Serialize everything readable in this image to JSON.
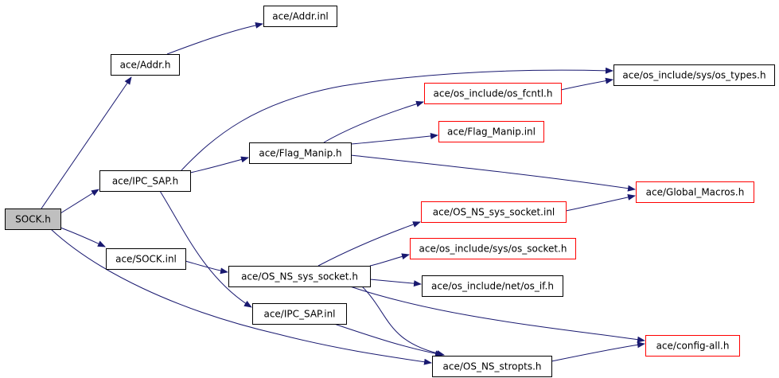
{
  "colors": {
    "edge": "#191970",
    "node_border_default": "#000000",
    "node_border_incomplete": "#ff0000",
    "root_fill": "#bfbfbf",
    "node_fill": "#ffffff"
  },
  "nodes": [
    {
      "id": "sock_h",
      "label": "SOCK.h",
      "root": true,
      "incomplete": false
    },
    {
      "id": "addr_h",
      "label": "ace/Addr.h",
      "incomplete": false
    },
    {
      "id": "addr_inl",
      "label": "ace/Addr.inl",
      "incomplete": false
    },
    {
      "id": "ipc_sap_h",
      "label": "ace/IPC_SAP.h",
      "incomplete": false
    },
    {
      "id": "flag_manip_h",
      "label": "ace/Flag_Manip.h",
      "incomplete": false
    },
    {
      "id": "os_types_h",
      "label": "ace/os_include/sys/os_types.h",
      "incomplete": false
    },
    {
      "id": "os_fcntl_h",
      "label": "ace/os_include/os_fcntl.h",
      "incomplete": true
    },
    {
      "id": "flag_manip_inl",
      "label": "ace/Flag_Manip.inl",
      "incomplete": true
    },
    {
      "id": "global_macros_h",
      "label": "ace/Global_Macros.h",
      "incomplete": true
    },
    {
      "id": "os_ns_sys_socket_inl",
      "label": "ace/OS_NS_sys_socket.inl",
      "incomplete": true
    },
    {
      "id": "os_socket_h",
      "label": "ace/os_include/sys/os_socket.h",
      "incomplete": true
    },
    {
      "id": "sock_inl",
      "label": "ace/SOCK.inl",
      "incomplete": false
    },
    {
      "id": "os_ns_sys_socket_h",
      "label": "ace/OS_NS_sys_socket.h",
      "incomplete": false
    },
    {
      "id": "os_if_h",
      "label": "ace/os_include/net/os_if.h",
      "incomplete": false
    },
    {
      "id": "ipc_sap_inl",
      "label": "ace/IPC_SAP.inl",
      "incomplete": false
    },
    {
      "id": "config_all_h",
      "label": "ace/config-all.h",
      "incomplete": true
    },
    {
      "id": "os_ns_stropts_h",
      "label": "ace/OS_NS_stropts.h",
      "incomplete": false
    }
  ],
  "edges": [
    {
      "from": "sock_h",
      "to": "addr_h"
    },
    {
      "from": "addr_h",
      "to": "addr_inl"
    },
    {
      "from": "sock_h",
      "to": "ipc_sap_h"
    },
    {
      "from": "ipc_sap_h",
      "to": "os_types_h"
    },
    {
      "from": "ipc_sap_h",
      "to": "flag_manip_h"
    },
    {
      "from": "ipc_sap_h",
      "to": "ipc_sap_inl"
    },
    {
      "from": "flag_manip_h",
      "to": "os_fcntl_h"
    },
    {
      "from": "flag_manip_h",
      "to": "flag_manip_inl"
    },
    {
      "from": "flag_manip_h",
      "to": "global_macros_h"
    },
    {
      "from": "os_fcntl_h",
      "to": "os_types_h"
    },
    {
      "from": "sock_h",
      "to": "sock_inl"
    },
    {
      "from": "sock_h",
      "to": "os_ns_stropts_h"
    },
    {
      "from": "sock_inl",
      "to": "os_ns_sys_socket_h"
    },
    {
      "from": "os_ns_sys_socket_h",
      "to": "os_ns_sys_socket_inl"
    },
    {
      "from": "os_ns_sys_socket_h",
      "to": "os_socket_h"
    },
    {
      "from": "os_ns_sys_socket_h",
      "to": "os_if_h"
    },
    {
      "from": "os_ns_sys_socket_h",
      "to": "config_all_h"
    },
    {
      "from": "os_ns_sys_socket_h",
      "to": "os_ns_stropts_h"
    },
    {
      "from": "os_ns_sys_socket_inl",
      "to": "global_macros_h"
    },
    {
      "from": "ipc_sap_inl",
      "to": "os_ns_stropts_h"
    },
    {
      "from": "os_ns_stropts_h",
      "to": "config_all_h"
    }
  ]
}
